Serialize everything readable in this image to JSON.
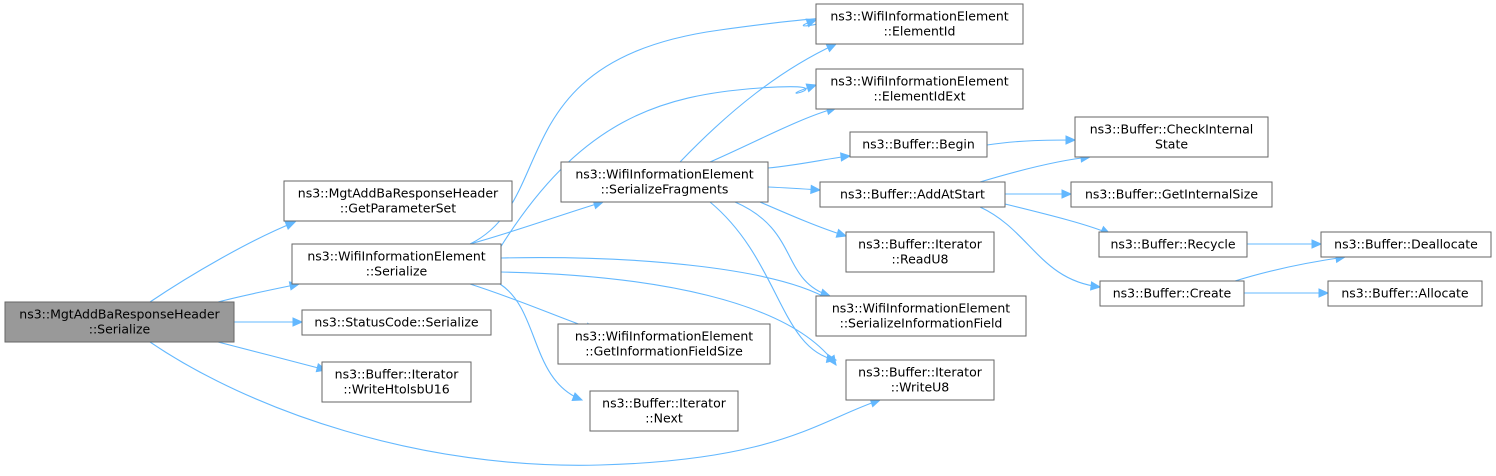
{
  "diagram": {
    "title": "",
    "edge_color": "#63b8ff",
    "root_fill": "#999999",
    "node_border": "#666666",
    "nodes": [
      {
        "id": "mgt_serialize",
        "lines": [
          "ns3::MgtAddBaResponseHeader",
          "::Serialize"
        ],
        "root": true
      },
      {
        "id": "mgt_getparam",
        "lines": [
          "ns3::MgtAddBaResponseHeader",
          "::GetParameterSet"
        ]
      },
      {
        "id": "wie_serialize",
        "lines": [
          "ns3::WifiInformationElement",
          "::Serialize"
        ]
      },
      {
        "id": "status_serialize",
        "lines": [
          "ns3::StatusCode::Serialize"
        ]
      },
      {
        "id": "write_htolsb",
        "lines": [
          "ns3::Buffer::Iterator",
          "::WriteHtolsbU16"
        ]
      },
      {
        "id": "wie_elementid",
        "lines": [
          "ns3::WifiInformationElement",
          "::ElementId"
        ]
      },
      {
        "id": "wie_elementidext",
        "lines": [
          "ns3::WifiInformationElement",
          "::ElementIdExt"
        ]
      },
      {
        "id": "wie_serfrag",
        "lines": [
          "ns3::WifiInformationElement",
          "::SerializeFragments"
        ]
      },
      {
        "id": "wie_getinfosize",
        "lines": [
          "ns3::WifiInformationElement",
          "::GetInformationFieldSize"
        ]
      },
      {
        "id": "iter_next",
        "lines": [
          "ns3::Buffer::Iterator",
          "::Next"
        ]
      },
      {
        "id": "buf_begin",
        "lines": [
          "ns3::Buffer::Begin"
        ]
      },
      {
        "id": "buf_addatstart",
        "lines": [
          "ns3::Buffer::AddAtStart"
        ]
      },
      {
        "id": "iter_readu8",
        "lines": [
          "ns3::Buffer::Iterator",
          "::ReadU8"
        ]
      },
      {
        "id": "wie_serinfo",
        "lines": [
          "ns3::WifiInformationElement",
          "::SerializeInformationField"
        ]
      },
      {
        "id": "iter_writeu8",
        "lines": [
          "ns3::Buffer::Iterator",
          "::WriteU8"
        ]
      },
      {
        "id": "buf_checkinternal",
        "lines": [
          "ns3::Buffer::CheckInternal",
          "State"
        ]
      },
      {
        "id": "buf_getinternalsize",
        "lines": [
          "ns3::Buffer::GetInternalSize"
        ]
      },
      {
        "id": "buf_recycle",
        "lines": [
          "ns3::Buffer::Recycle"
        ]
      },
      {
        "id": "buf_create",
        "lines": [
          "ns3::Buffer::Create"
        ]
      },
      {
        "id": "buf_deallocate",
        "lines": [
          "ns3::Buffer::Deallocate"
        ]
      },
      {
        "id": "buf_allocate",
        "lines": [
          "ns3::Buffer::Allocate"
        ]
      }
    ],
    "edges": [
      [
        "mgt_serialize",
        "mgt_getparam"
      ],
      [
        "mgt_serialize",
        "wie_serialize"
      ],
      [
        "mgt_serialize",
        "status_serialize"
      ],
      [
        "mgt_serialize",
        "write_htolsb"
      ],
      [
        "mgt_serialize",
        "iter_writeu8"
      ],
      [
        "wie_serialize",
        "wie_elementid"
      ],
      [
        "wie_serialize",
        "wie_elementidext"
      ],
      [
        "wie_serialize",
        "wie_serfrag"
      ],
      [
        "wie_serialize",
        "wie_serinfo"
      ],
      [
        "wie_serialize",
        "wie_getinfosize"
      ],
      [
        "wie_serialize",
        "iter_next"
      ],
      [
        "wie_serialize",
        "iter_writeu8"
      ],
      [
        "wie_serfrag",
        "wie_elementid"
      ],
      [
        "wie_serfrag",
        "wie_elementidext"
      ],
      [
        "wie_serfrag",
        "buf_begin"
      ],
      [
        "wie_serfrag",
        "buf_addatstart"
      ],
      [
        "wie_serfrag",
        "iter_readu8"
      ],
      [
        "wie_serfrag",
        "wie_serinfo"
      ],
      [
        "wie_serfrag",
        "iter_writeu8"
      ],
      [
        "buf_begin",
        "buf_checkinternal"
      ],
      [
        "buf_addatstart",
        "buf_checkinternal"
      ],
      [
        "buf_addatstart",
        "buf_getinternalsize"
      ],
      [
        "buf_addatstart",
        "buf_recycle"
      ],
      [
        "buf_addatstart",
        "buf_create"
      ],
      [
        "buf_recycle",
        "buf_deallocate"
      ],
      [
        "buf_create",
        "buf_deallocate"
      ],
      [
        "buf_create",
        "buf_allocate"
      ]
    ]
  }
}
